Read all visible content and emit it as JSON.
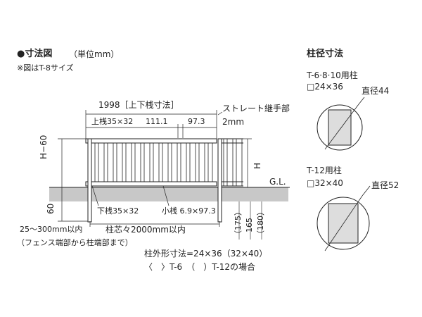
{
  "header": {
    "title": "●寸法図",
    "unit": "（単位mm）",
    "note": "※図はT-8サイズ"
  },
  "drawing": {
    "overall_top": "1998［上下桟寸法］",
    "top_rail": "上桟35×32",
    "picket_pitch": "111.1",
    "picket_width": "97.3",
    "joint_label": "ストレート継手部",
    "joint_gap": "2mm",
    "left_height": "H−60",
    "right_height": "H",
    "ground": "G.L.",
    "embed_depth": "60",
    "bottom_rail": "下桟35×32",
    "picket": "小桟 6.9×97.3",
    "dim_175": "（175）",
    "dim_165": "165",
    "dim_180": "（180）",
    "end_distance": "25〜300mm以内",
    "end_distance_note": "（フェンス端部から柱端部まで）",
    "post_pitch": "柱芯々2000mm以内",
    "post_outer": "柱外形寸法=24×36（32×40）",
    "case_note": "〈　〉T-6　（　）T-12の場合"
  },
  "posts": {
    "title": "柱径寸法",
    "a_model": "T-6·8·10用柱",
    "a_size": "□24×36",
    "a_diameter": "直径44",
    "b_model": "T-12用柱",
    "b_size": "□32×40",
    "b_diameter": "直径52"
  }
}
